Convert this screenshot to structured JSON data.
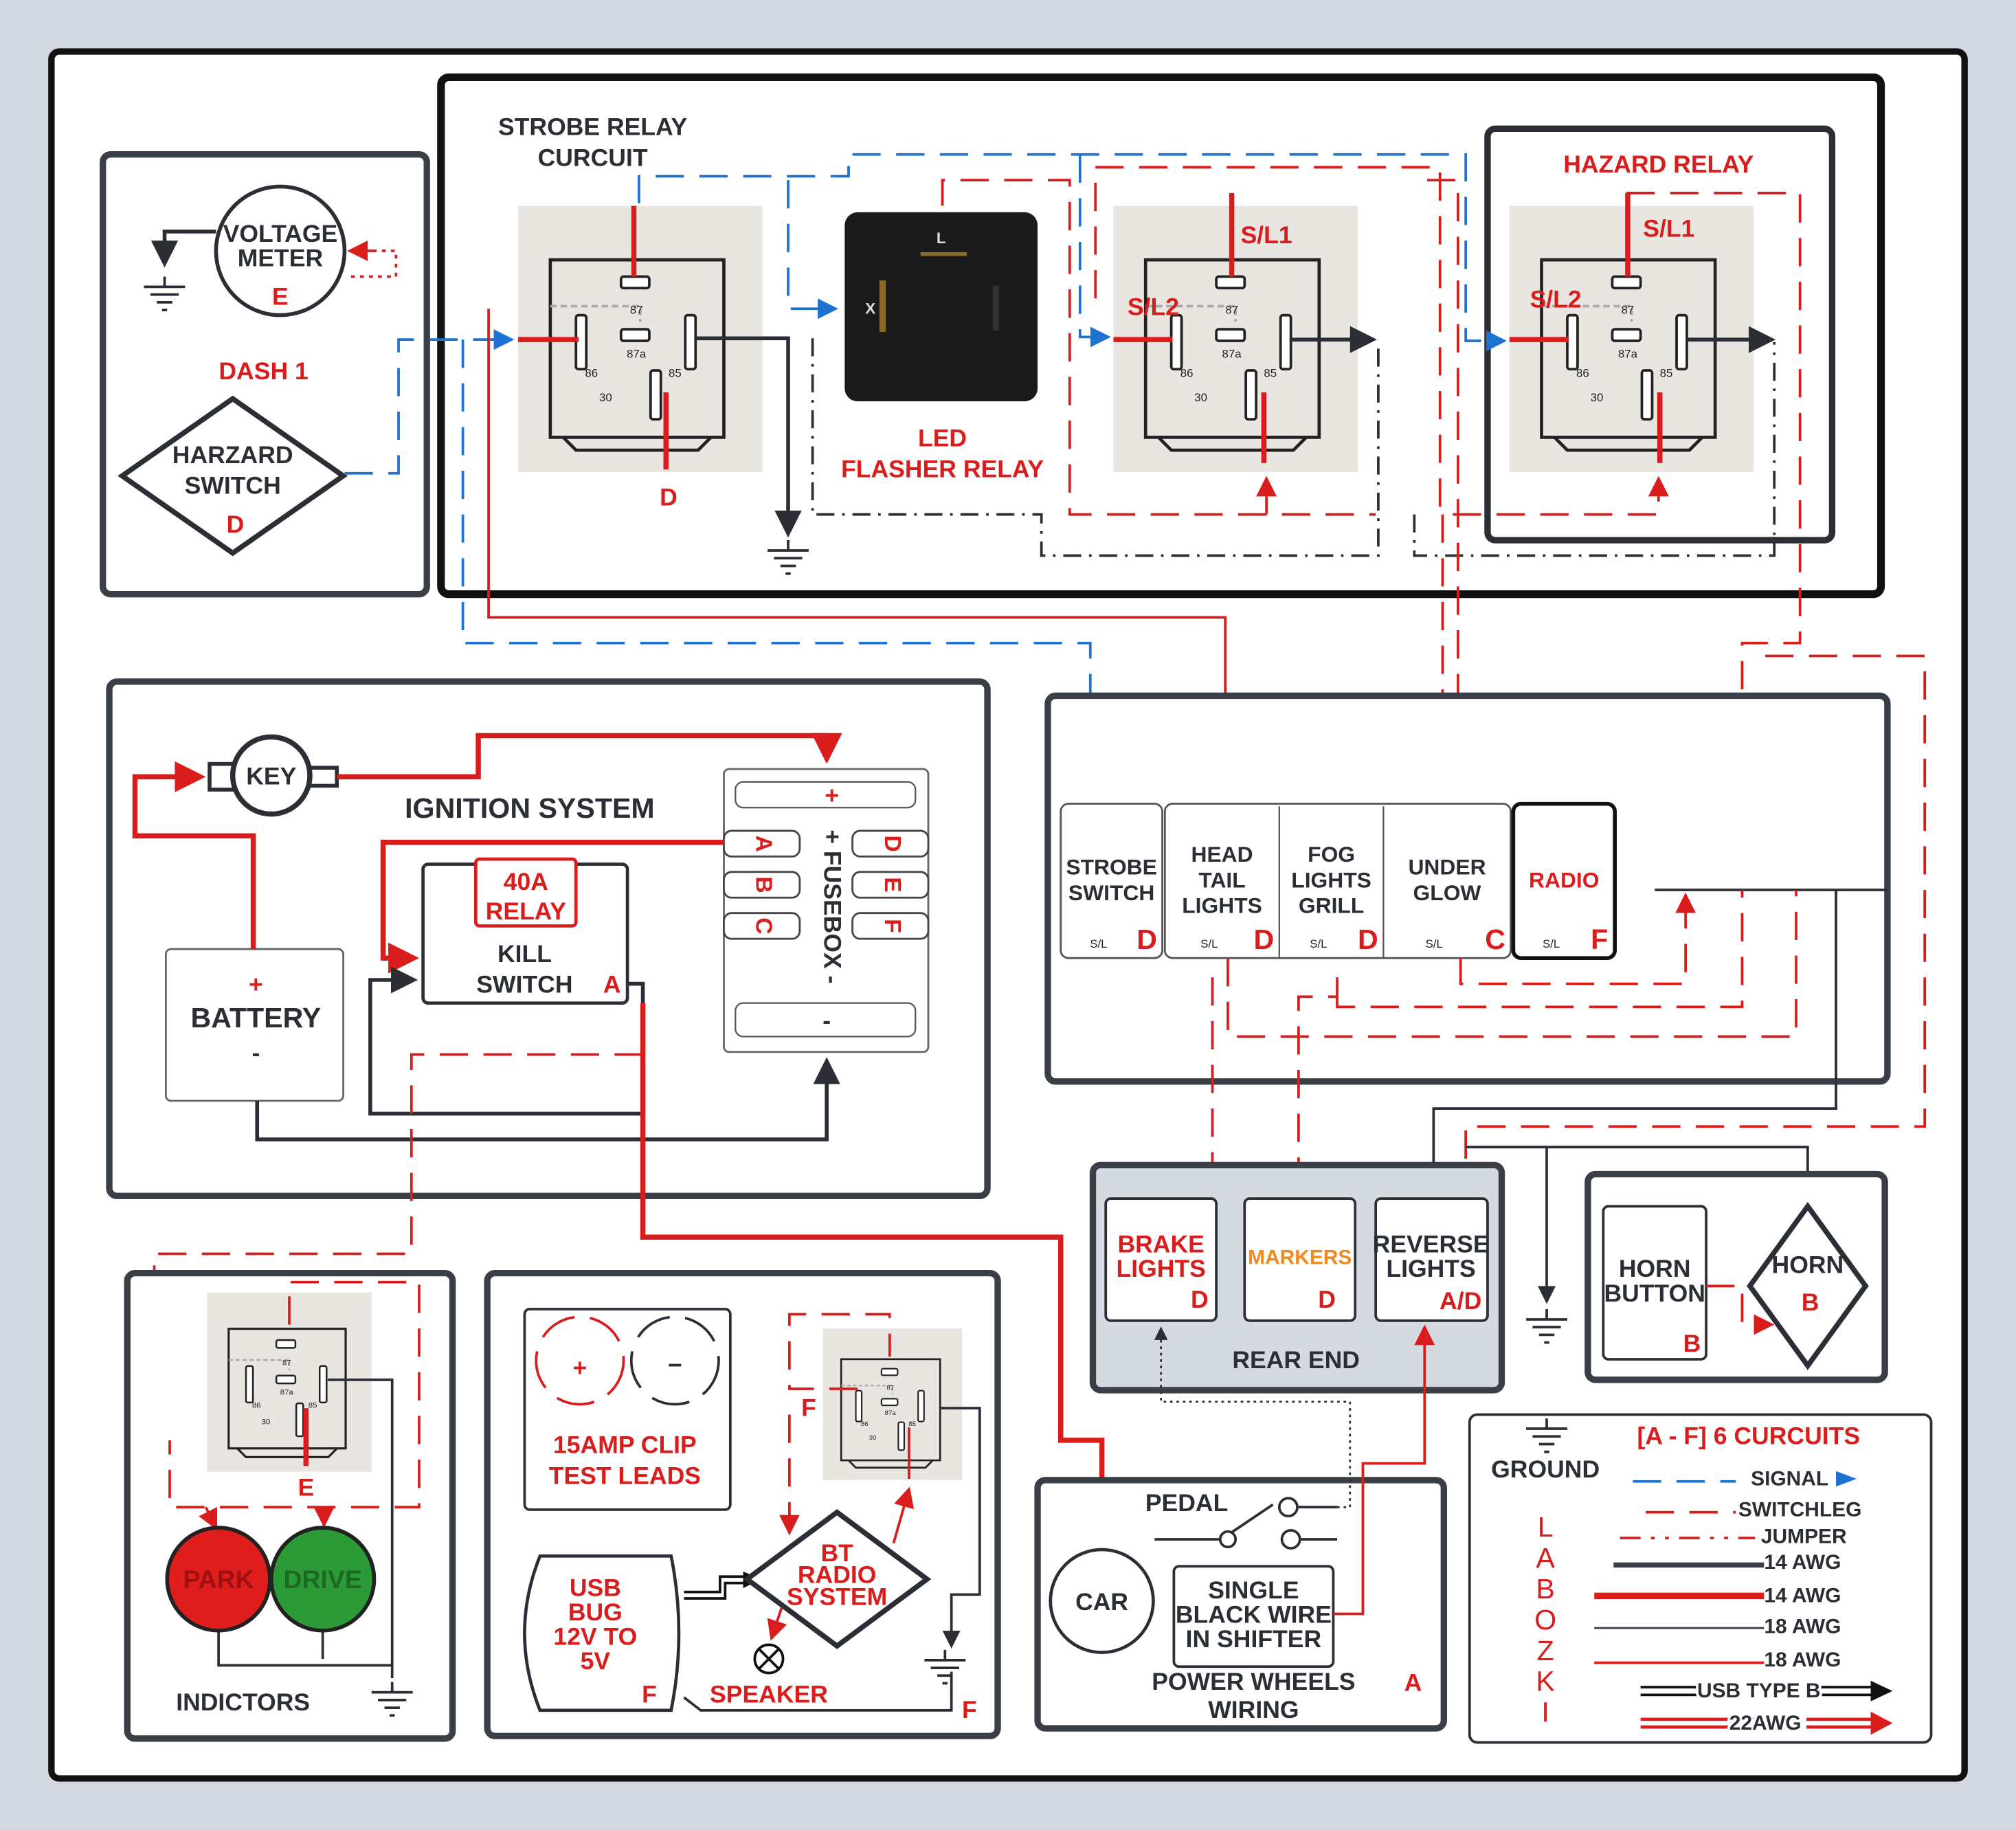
{
  "colors": {
    "background": "#d4d9e1",
    "panel": "#ffffff",
    "red": "#d91c1c",
    "blue": "#1e73d2",
    "dark": "#2b2f35",
    "orange": "#f08a1c",
    "green": "#2c9a37",
    "rear_end_fill": "#d5d9e0"
  },
  "relay_pins": {
    "p87": "87",
    "p87a": "87a",
    "p86": "86",
    "p85": "85",
    "p30": "30"
  },
  "dash": {
    "voltmeter_line1": "VOLTAGE",
    "voltmeter_line2": "METER",
    "voltmeter_circuit": "E",
    "title": "DASH 1",
    "switch_line1": "HARZARD",
    "switch_line2": "SWITCH",
    "switch_circuit": "D"
  },
  "strobe": {
    "title_line1": "STROBE RELAY",
    "title_line2": "CURCUIT",
    "relay_circuit": "D",
    "flasher_pin_l": "L",
    "flasher_pin_x": "X",
    "flasher_line1": "LED",
    "flasher_line2": "FLASHER RELAY",
    "sl1": "S/L1",
    "sl2": "S/L2"
  },
  "hazard": {
    "title": "HAZARD RELAY",
    "sl1": "S/L1",
    "sl2": "S/L2"
  },
  "ignition": {
    "title": "IGNITION SYSTEM",
    "key": "KEY",
    "battery_plus": "+",
    "battery": "BATTERY",
    "battery_minus": "-",
    "relay_line1": "40A",
    "relay_line2": "RELAY",
    "kill_line1": "KILL",
    "kill_line2": "SWITCH",
    "kill_circuit": "A",
    "fusebox": {
      "top_slot": "+",
      "slots_left": [
        "A",
        "B",
        "C"
      ],
      "slots_right": [
        "D",
        "E",
        "F"
      ],
      "label": "+ FUSEBOX -",
      "bottom_slot": "-"
    }
  },
  "switches": [
    {
      "line1": "STROBE",
      "line2": "SWITCH",
      "line3": "",
      "sl": "S/L",
      "circuit": "D"
    },
    {
      "line1": "HEAD",
      "line2": "TAIL",
      "line3": "LIGHTS",
      "sl": "S/L",
      "circuit": "D"
    },
    {
      "line1": "FOG",
      "line2": "LIGHTS",
      "line3": "GRILL",
      "sl": "S/L",
      "circuit": "D"
    },
    {
      "line1": "UNDER",
      "line2": "GLOW",
      "line3": "",
      "sl": "S/L",
      "circuit": "C"
    },
    {
      "line1": "RADIO",
      "line2": "",
      "line3": "",
      "sl": "S/L",
      "circuit": "F"
    }
  ],
  "rear_end": {
    "title": "REAR END",
    "brake_line1": "BRAKE",
    "brake_line2": "LIGHTS",
    "brake_circuit": "D",
    "markers": "MARKERS",
    "markers_circuit": "D",
    "reverse_line1": "REVERSE",
    "reverse_line2": "LIGHTS",
    "reverse_circuit": "A/D"
  },
  "horn": {
    "button_line1": "HORN",
    "button_line2": "BUTTON",
    "button_circuit": "B",
    "horn": "HORN",
    "horn_circuit": "B"
  },
  "indicators": {
    "relay_circuit": "E",
    "park": "PARK",
    "drive": "DRIVE",
    "title": "INDICTORS"
  },
  "radio": {
    "leads_plus": "+",
    "leads_minus": "−",
    "leads_line1": "15AMP CLIP",
    "leads_line2": "TEST LEADS",
    "relay_circuit": "F",
    "usb_line1": "USB",
    "usb_line2": "BUG",
    "usb_line3": "12V TO",
    "usb_line4": "5V",
    "usb_circuit": "F",
    "bt_line1": "BT",
    "bt_line2": "RADIO",
    "bt_line3": "SYSTEM",
    "speaker": "SPEAKER",
    "ground_circuit": "F"
  },
  "pedal": {
    "pedal": "PEDAL",
    "car": "CAR",
    "wire_line1": "SINGLE",
    "wire_line2": "BLACK WIRE",
    "wire_line3": "IN SHIFTER",
    "title_line1": "POWER WHEELS",
    "title_line2": "WIRING",
    "circuit": "A"
  },
  "legend": {
    "ground": "GROUND",
    "title": "[A - F] 6 CURCUITS",
    "signature": [
      "L",
      "A",
      "B",
      "O",
      "Z",
      "K",
      "I"
    ],
    "items": [
      "SIGNAL",
      "SWITCHLEG",
      "JUMPER",
      "14 AWG",
      "14 AWG",
      "18 AWG",
      "18 AWG",
      "USB TYPE B",
      "22AWG"
    ]
  }
}
